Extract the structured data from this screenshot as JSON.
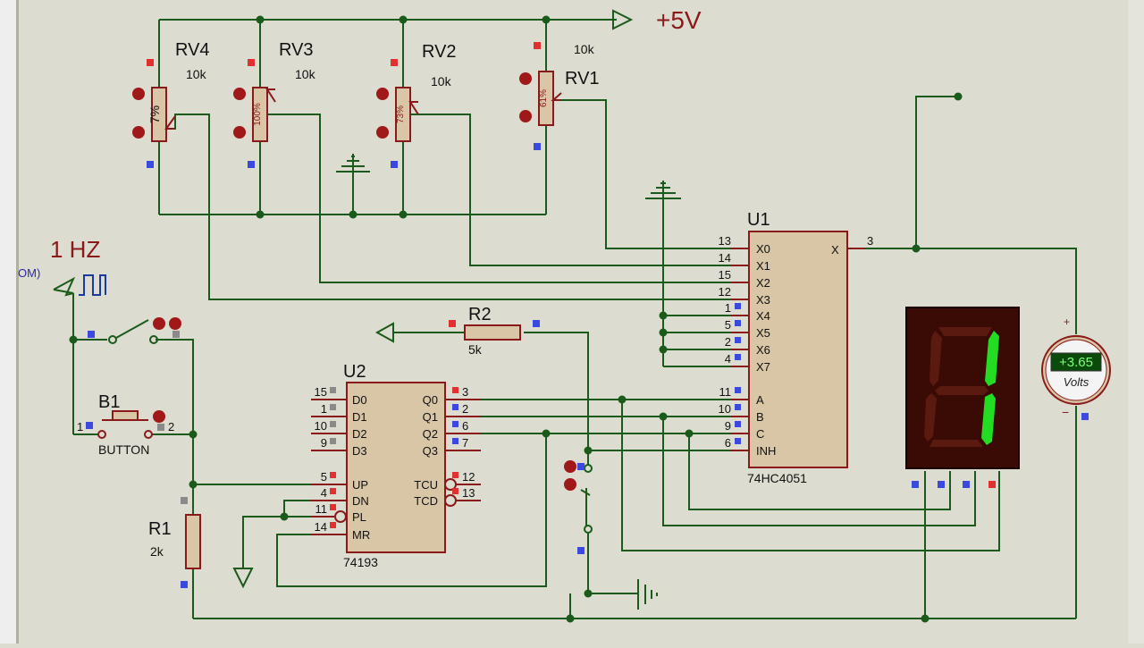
{
  "supply": {
    "label": "+5V"
  },
  "clock": {
    "label": "1 HZ",
    "partial_label": "OM)"
  },
  "pots": [
    {
      "ref": "RV4",
      "value": "10k",
      "percent": "7%"
    },
    {
      "ref": "RV3",
      "value": "10k",
      "percent": "100%"
    },
    {
      "ref": "RV2",
      "value": "10k",
      "percent": "73%"
    },
    {
      "ref": "RV1",
      "value": "10k",
      "percent": "61%"
    }
  ],
  "u1": {
    "ref": "U1",
    "part": "74HC4051",
    "inputs": [
      {
        "num": "13",
        "name": "X0"
      },
      {
        "num": "14",
        "name": "X1"
      },
      {
        "num": "15",
        "name": "X2"
      },
      {
        "num": "12",
        "name": "X3"
      },
      {
        "num": "1",
        "name": "X4"
      },
      {
        "num": "5",
        "name": "X5"
      },
      {
        "num": "2",
        "name": "X6"
      },
      {
        "num": "4",
        "name": "X7"
      }
    ],
    "controls": [
      {
        "num": "11",
        "name": "A"
      },
      {
        "num": "10",
        "name": "B"
      },
      {
        "num": "9",
        "name": "C"
      },
      {
        "num": "6",
        "name": "INH"
      }
    ],
    "output": {
      "num": "3",
      "name": "X"
    }
  },
  "u2": {
    "ref": "U2",
    "part": "74193",
    "left_pins": [
      {
        "num": "15",
        "name": "D0"
      },
      {
        "num": "1",
        "name": "D1"
      },
      {
        "num": "10",
        "name": "D2"
      },
      {
        "num": "9",
        "name": "D3"
      },
      {
        "num": "5",
        "name": "UP"
      },
      {
        "num": "4",
        "name": "DN"
      },
      {
        "num": "11",
        "name": "PL"
      },
      {
        "num": "14",
        "name": "MR"
      }
    ],
    "right_pins": [
      {
        "num": "3",
        "name": "Q0"
      },
      {
        "num": "2",
        "name": "Q1"
      },
      {
        "num": "6",
        "name": "Q2"
      },
      {
        "num": "7",
        "name": "Q3"
      },
      {
        "num": "12",
        "name": "TCU"
      },
      {
        "num": "13",
        "name": "TCD"
      }
    ]
  },
  "r1": {
    "ref": "R1",
    "value": "2k"
  },
  "r2": {
    "ref": "R2",
    "value": "5k"
  },
  "b1": {
    "ref": "B1",
    "name": "BUTTON",
    "pin1": "1",
    "pin2": "2"
  },
  "voltmeter": {
    "reading": "+3.65",
    "unit": "Volts",
    "plus": "+",
    "minus": "−"
  },
  "colors": {
    "wire": "#1a5a1a",
    "component_outline": "#8a1a1a",
    "label_red": "#8a1a1a",
    "segment_on": "#22dd22",
    "segment_off": "#5a1a10",
    "display_bg": "#3a0a04"
  }
}
